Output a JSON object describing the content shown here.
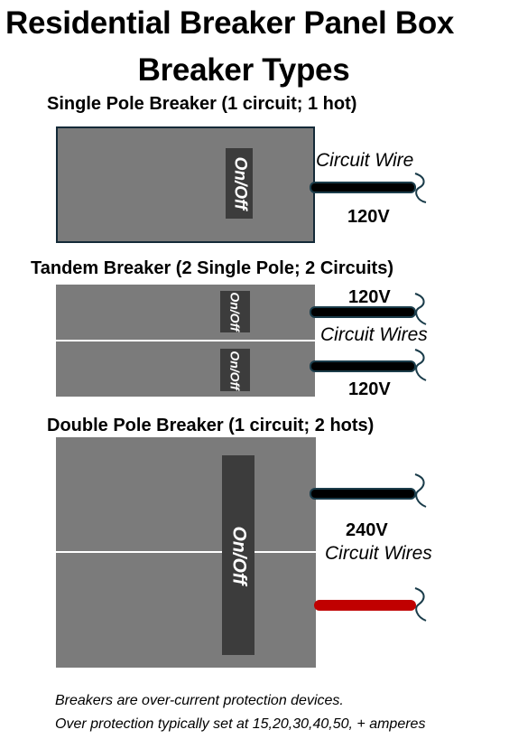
{
  "title_line1": "Residential Breaker Panel Box",
  "title_line2": "Breaker Types",
  "single_pole": {
    "heading": "Single Pole Breaker (1 circuit; 1 hot)",
    "switch_label": "On/Off",
    "wire_label": "Circuit Wire",
    "voltage": "120V"
  },
  "tandem": {
    "heading": "Tandem Breaker (2 Single Pole; 2 Circuits)",
    "switch_top_label": "On/Off",
    "switch_bottom_label": "On/Off",
    "voltage_top": "120V",
    "wire_label": "Circuit Wires",
    "voltage_bottom": "120V"
  },
  "double_pole": {
    "heading": "Double Pole Breaker (1 circuit; 2 hots)",
    "switch_label": "On/Off",
    "voltage": "240V",
    "wire_label": "Circuit Wires"
  },
  "notes": {
    "line1": "Breakers are over-current protection devices.",
    "line2": "Over protection typically set at 15,20,30,40,50, + amperes"
  },
  "colors": {
    "breaker_body": "#7b7b7b",
    "switch": "#3c3c3c",
    "hot_wire_black": "#000000",
    "hot_wire_red": "#c00000"
  }
}
